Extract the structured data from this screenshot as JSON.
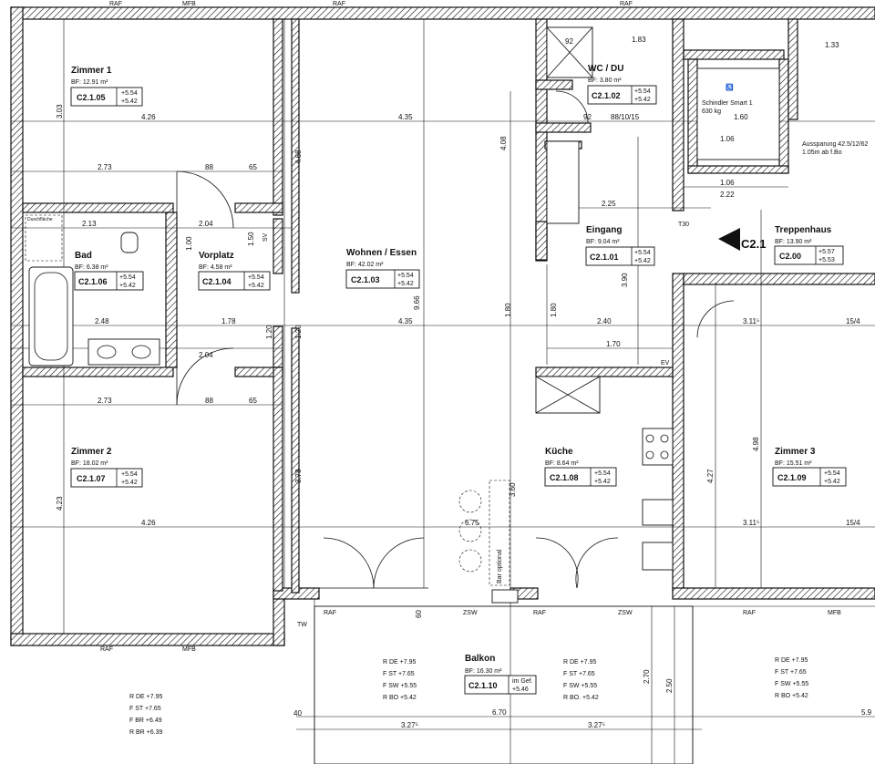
{
  "rooms": [
    {
      "key": "zimmer1",
      "name": "Zimmer 1",
      "bf": "BF: 12.91 m²",
      "id": "C2.1.05",
      "h1": "+5.54",
      "h2": "+5.42"
    },
    {
      "key": "bad",
      "name": "Bad",
      "bf": "BF: 6.38 m²",
      "id": "C2.1.06",
      "h1": "+5.54",
      "h2": "+5.42"
    },
    {
      "key": "vorplatz",
      "name": "Vorplatz",
      "bf": "BF: 4.58 m²",
      "id": "C2.1.04",
      "h1": "+5.54",
      "h2": "+5.42"
    },
    {
      "key": "wohnen",
      "name": "Wohnen / Essen",
      "bf": "BF: 42.02 m²",
      "id": "C2.1.03",
      "h1": "+5.54",
      "h2": "+5.42"
    },
    {
      "key": "wc",
      "name": "WC / DU",
      "bf": "BF: 3.80 m²",
      "id": "C2.1.02",
      "h1": "+5.54",
      "h2": "+5.42"
    },
    {
      "key": "eingang",
      "name": "Eingang",
      "bf": "BF: 9.04 m²",
      "id": "C2.1.01",
      "h1": "+5.54",
      "h2": "+5.42"
    },
    {
      "key": "treppenhaus",
      "name": "Treppenhaus",
      "bf": "BF: 13.90 m²",
      "id": "C2.00",
      "h1": "+5.57",
      "h2": "+5.53"
    },
    {
      "key": "zimmer2",
      "name": "Zimmer 2",
      "bf": "BF: 18.02 m²",
      "id": "C2.1.07",
      "h1": "+5.54",
      "h2": "+5.42"
    },
    {
      "key": "kueche",
      "name": "Küche",
      "bf": "BF: 8.64 m²",
      "id": "C2.1.08",
      "h1": "+5.54",
      "h2": "+5.42"
    },
    {
      "key": "zimmer3",
      "name": "Zimmer 3",
      "bf": "BF: 15.51 m²",
      "id": "C2.1.09",
      "h1": "+5.54",
      "h2": "+5.42"
    },
    {
      "key": "balkon",
      "name": "Balkon",
      "bf": "BF: 16.30 m²",
      "id": "C2.1.10",
      "h1": "im Gef.",
      "h2": "+5.46"
    }
  ],
  "unit_label": "C2.1",
  "elevator": {
    "name": "Schindler Smart 1",
    "load": "630 kg",
    "note1": "Aussparung 42.5/12/62",
    "note2": "1.05m ab f.Bo"
  },
  "levels": {
    "left": {
      "l1": "R DE  +7.95",
      "l2": "F ST  +7.65",
      "l3": "F BR  +6.49",
      "l4": "R BR  +6.39"
    },
    "mid1": {
      "l1": "R DE  +7.95",
      "l2": "F ST  +7.65",
      "l3": "F SW  +5.55",
      "l4": "R BO  +5.42"
    },
    "mid2": {
      "l1": "R DE  +7.95",
      "l2": "F ST  +7.65",
      "l3": "F SW  +5.55",
      "l4": "R BO.  +5.42"
    },
    "right": {
      "l1": "R DE  +7.95",
      "l2": "F ST  +7.65",
      "l3": "F SW  +5.55",
      "l4": "R BO  +5.42"
    }
  },
  "dims": {
    "d426a": "4.26",
    "d435a": "4.35",
    "d273a": "2.73",
    "d88a": "88",
    "d65a": "65",
    "d213": "2.13",
    "d248": "2.48",
    "d178": "1.78",
    "d204a": "2.04",
    "d204b": "2.04",
    "d435b": "4.35",
    "d273b": "2.73",
    "d88b": "88",
    "d65b": "65",
    "d426b": "4.26",
    "d675": "6.75",
    "d670": "6.70",
    "d3275a": "3.27⁵",
    "d3275b": "3.27⁵",
    "d240": "2.40",
    "d170": "1.70",
    "d225": "2.25",
    "d222": "2.22",
    "d106a": "1.06",
    "d106b": "1.06",
    "d160": "1.60",
    "d3115a": "3.11⁵",
    "d3115b": "3.11⁵",
    "d154a": "15/4",
    "d154b": "15/4",
    "d133": "1.33",
    "d183": "1.83",
    "d92a": "92",
    "d92b": "92",
    "d881015": "88/10/15",
    "d408": "4.08",
    "d468": "4.68",
    "d966": "9.66",
    "d378": "3.78",
    "d423": "4.23",
    "d303": "3.03",
    "d427": "4.27",
    "d498": "4.98",
    "d390": "3.90",
    "d360": "3.60",
    "d180a": "1.80",
    "d180b": "1.80",
    "d270": "2.70",
    "d250": "2.50",
    "d60": "60",
    "d40": "40",
    "d590": "5.9",
    "d120a": "1.20",
    "d120b": "1.20",
    "d150": "1.50",
    "d100": "1.00"
  },
  "labels": {
    "raf": "RAF",
    "mfb": "MFB",
    "zsw": "ZSW",
    "tw": "TW",
    "ev": "EV",
    "sv": "SV",
    "t30": "T30",
    "bar": "Bar optional",
    "duschflaeche": "Duschfläche"
  }
}
